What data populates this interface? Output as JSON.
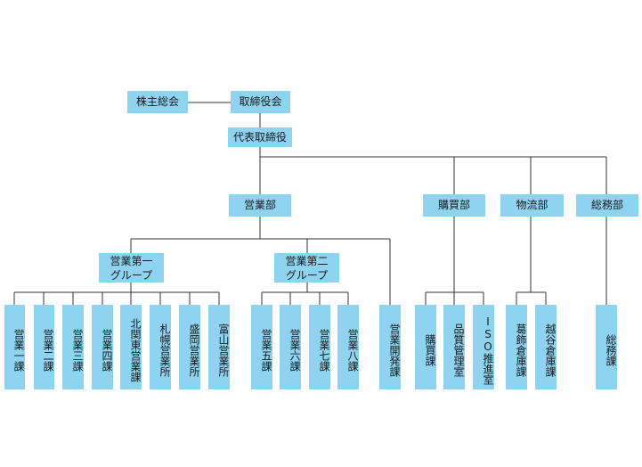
{
  "nodes": {
    "shareholders": "株主総会",
    "board": "取締役会",
    "representative": "代表取締役",
    "sales_dept": "営業部",
    "purchasing_dept": "購買部",
    "logistics_dept": "物流部",
    "general_affairs_dept": "総務部",
    "sales_group_1_line1": "営業第一",
    "sales_group_1_line2": "グループ",
    "sales_group_2_line1": "営業第二",
    "sales_group_2_line2": "グループ",
    "sales_1": "営業一課",
    "sales_2": "営業二課",
    "sales_3": "営業三課",
    "sales_4": "営業四課",
    "kita_kanto": "北関東営業課",
    "sapporo": "札幌営業所",
    "morioka": "盛岡営業所",
    "toyama": "富山営業所",
    "sales_5": "営業五課",
    "sales_6": "営業六課",
    "sales_7": "営業七課",
    "sales_8": "営業八課",
    "sales_dev": "営業開発課",
    "purchasing": "購買課",
    "quality": "品質管理室",
    "iso": "ISO推進室",
    "katsushika": "葛飾倉庫課",
    "koshigaya": "越谷倉庫課",
    "general_affairs": "総務課"
  }
}
